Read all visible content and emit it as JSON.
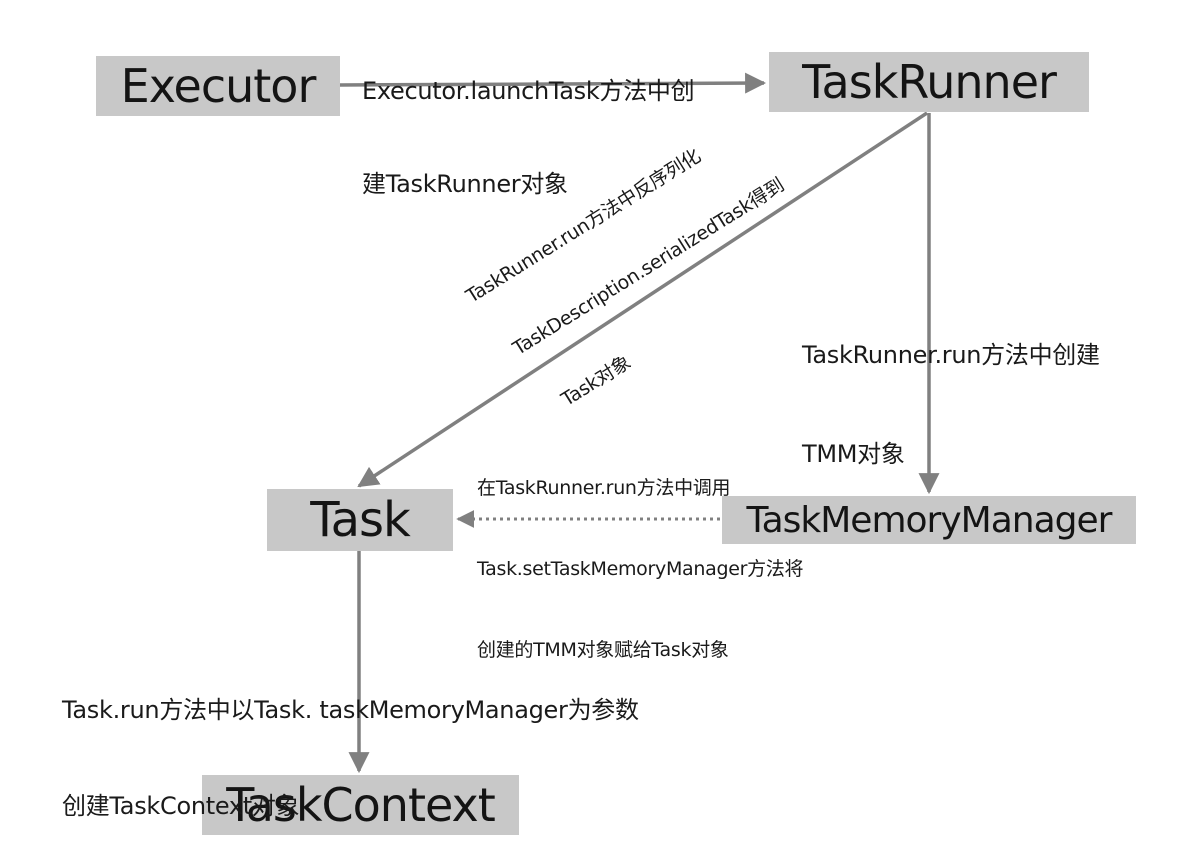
{
  "nodes": {
    "executor": "Executor",
    "taskrunner": "TaskRunner",
    "task": "Task",
    "tmm": "TaskMemoryManager",
    "taskcontext": "TaskContext"
  },
  "edges": {
    "launch": [
      "Executor.launchTask方法中创",
      "建TaskRunner对象"
    ],
    "deserialize": [
      "TaskRunner.run方法中反序列化",
      "TaskDescription.serializedTask得到",
      "Task对象"
    ],
    "run_tmm": [
      "TaskRunner.run方法中创建",
      "TMM对象"
    ],
    "set_tmm": [
      "在TaskRunner.run方法中调用",
      "Task.setTaskMemoryManager方法将",
      "创建的TMM对象赋给Task对象"
    ],
    "context": [
      "Task.run方法中以Task. taskMemoryManager为参数",
      "创建TaskContext对象"
    ]
  },
  "colors": {
    "box_fill": "#c8c8c8",
    "arrow": "#808080",
    "text": "#1a1a1a"
  }
}
